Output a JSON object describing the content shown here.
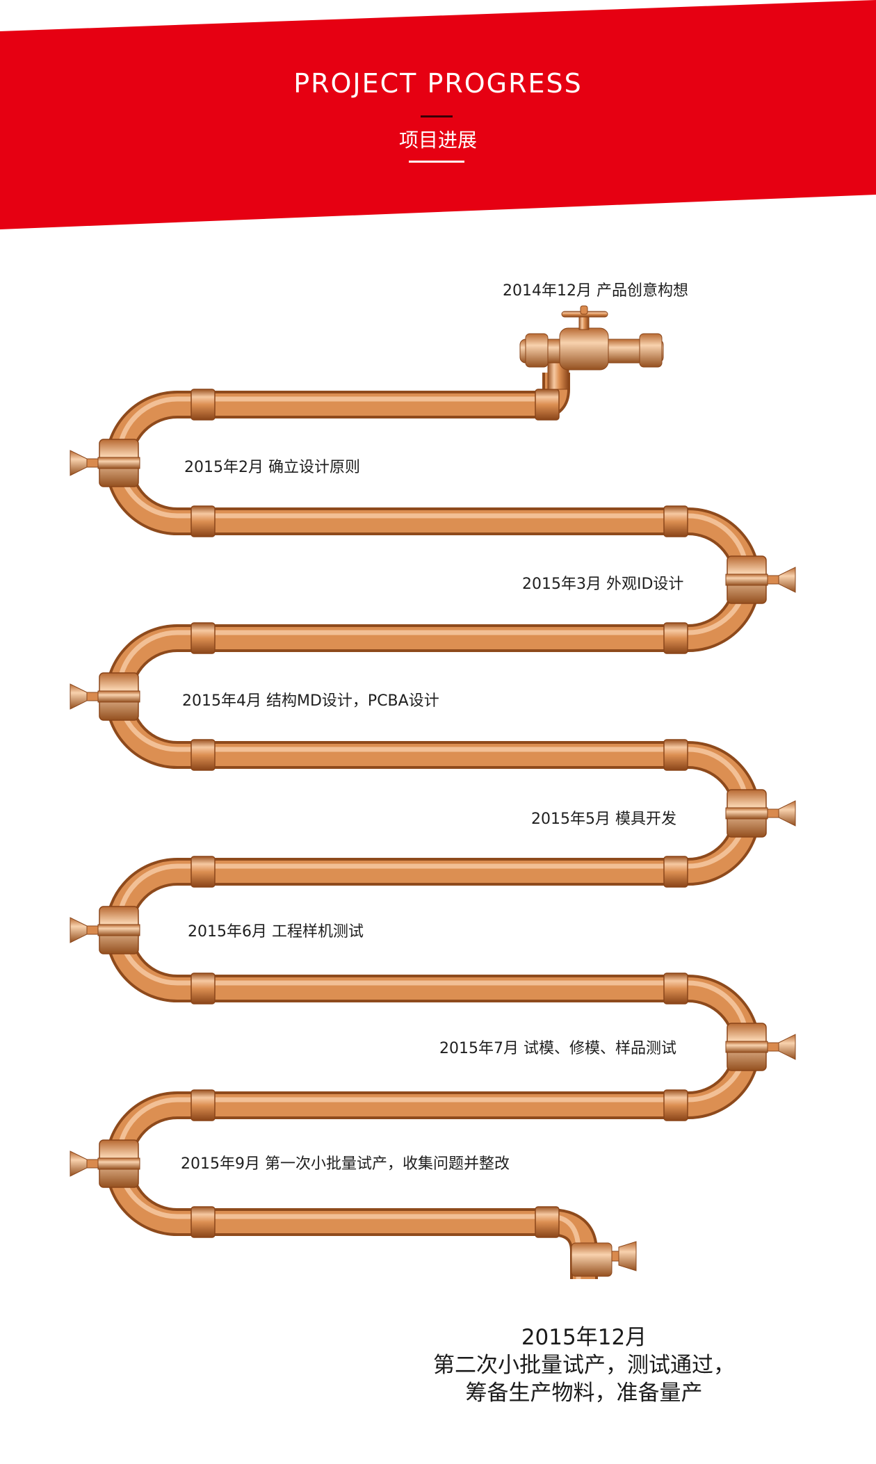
{
  "header": {
    "title": "PROJECT PROGRESS",
    "subtitle": "项目进展",
    "banner_color": "#e60012"
  },
  "pipe": {
    "color_light": "#f3c39b",
    "color_mid": "#d98a4e",
    "color_dark": "#a65a26"
  },
  "milestones": [
    {
      "date": "2014年12月",
      "text": "产品创意构想"
    },
    {
      "date": "2015年2月",
      "text": "确立设计原则"
    },
    {
      "date": "2015年3月",
      "text": "外观ID设计"
    },
    {
      "date": "2015年4月",
      "text": "结构MD设计，PCBA设计"
    },
    {
      "date": "2015年5月",
      "text": "模具开发"
    },
    {
      "date": "2015年6月",
      "text": "工程样机测试"
    },
    {
      "date": "2015年7月",
      "text": "试模、修模、样品测试"
    },
    {
      "date": "2015年9月",
      "text": "第一次小批量试产，收集问题并整改"
    }
  ],
  "final_milestone": {
    "date": "2015年12月",
    "line1": "第二次小批量试产，测试通过，",
    "line2": "筹备生产物料，准备量产"
  }
}
